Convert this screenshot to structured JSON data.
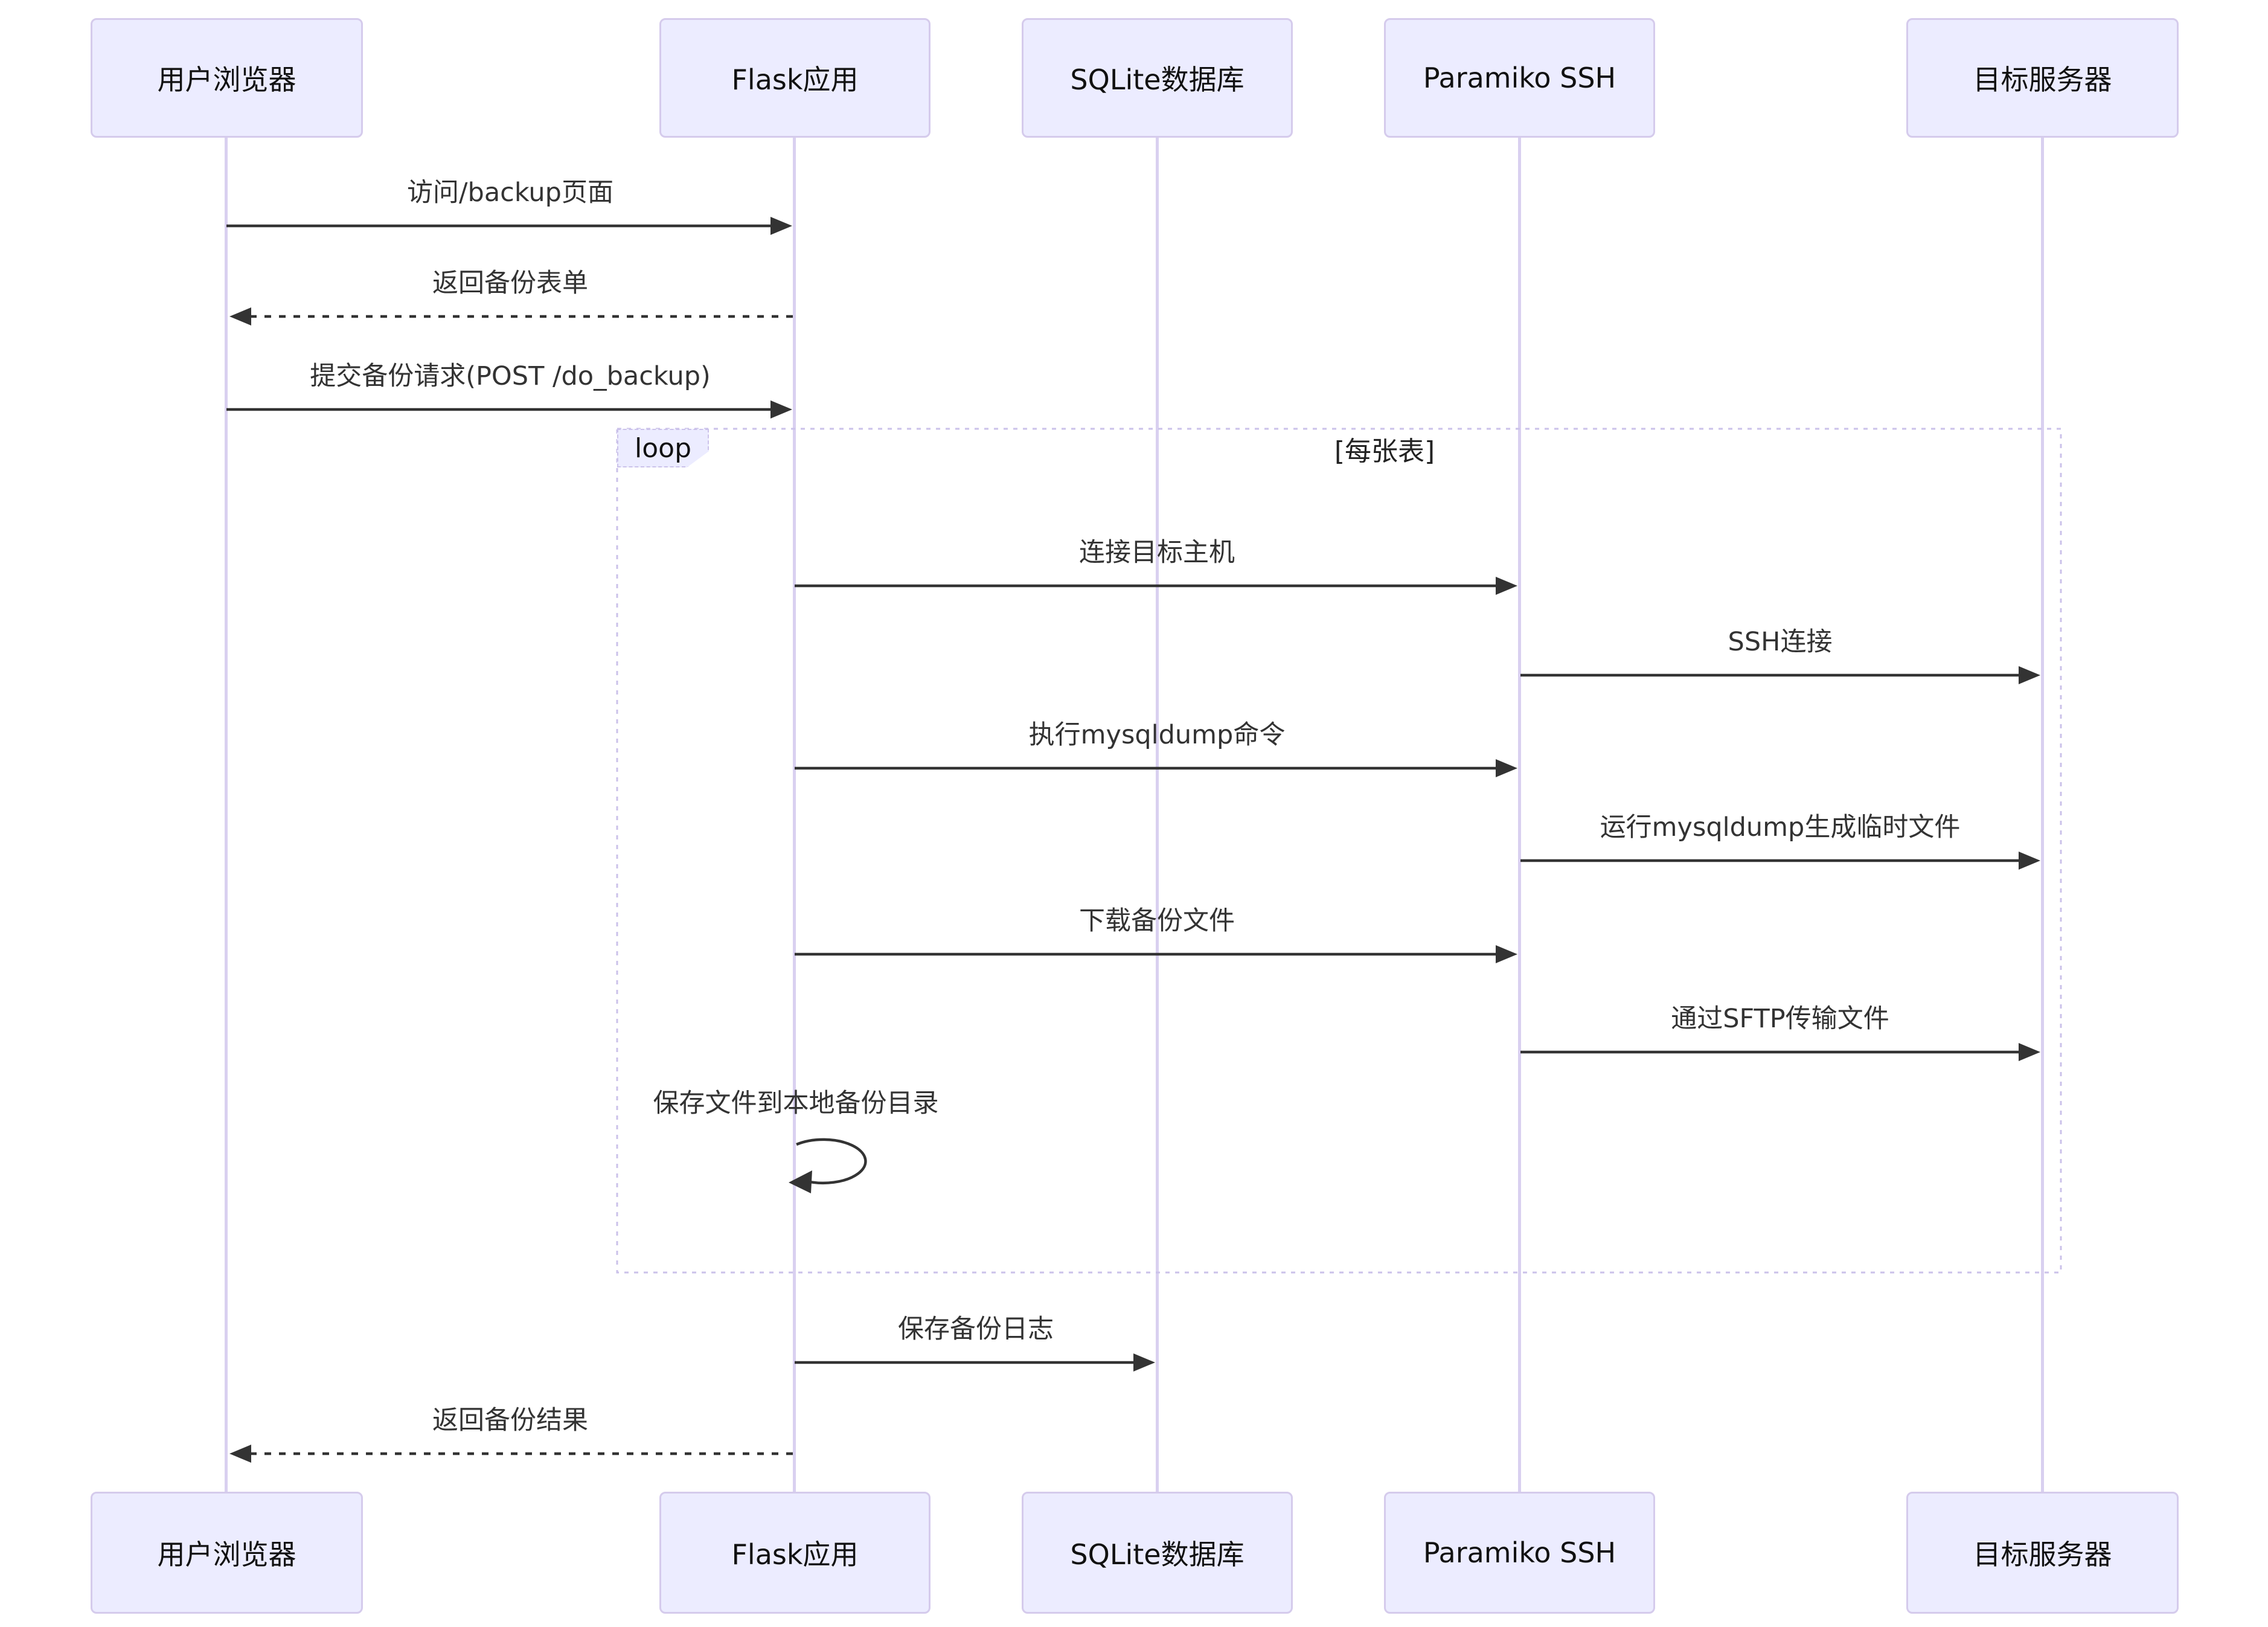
{
  "diagram": {
    "type": "sequence",
    "participants": [
      {
        "label": "用户浏览器"
      },
      {
        "label": "Flask应用"
      },
      {
        "label": "SQLite数据库"
      },
      {
        "label": "Paramiko SSH"
      },
      {
        "label": "目标服务器"
      }
    ],
    "loop": {
      "label": "loop",
      "condition": "[每张表]"
    },
    "messages": [
      {
        "text": "访问/backup页面",
        "from": "用户浏览器",
        "to": "Flask应用",
        "style": "solid"
      },
      {
        "text": "返回备份表单",
        "from": "Flask应用",
        "to": "用户浏览器",
        "style": "dashed"
      },
      {
        "text": "提交备份请求(POST /do_backup)",
        "from": "用户浏览器",
        "to": "Flask应用",
        "style": "solid"
      },
      {
        "text": "连接目标主机",
        "from": "Flask应用",
        "to": "Paramiko SSH",
        "style": "solid"
      },
      {
        "text": "SSH连接",
        "from": "Paramiko SSH",
        "to": "目标服务器",
        "style": "solid"
      },
      {
        "text": "执行mysqldump命令",
        "from": "Flask应用",
        "to": "Paramiko SSH",
        "style": "solid"
      },
      {
        "text": "运行mysqldump生成临时文件",
        "from": "Paramiko SSH",
        "to": "目标服务器",
        "style": "solid"
      },
      {
        "text": "下载备份文件",
        "from": "Flask应用",
        "to": "Paramiko SSH",
        "style": "solid"
      },
      {
        "text": "通过SFTP传输文件",
        "from": "Paramiko SSH",
        "to": "目标服务器",
        "style": "solid"
      },
      {
        "text": "保存文件到本地备份目录",
        "from": "Flask应用",
        "to": "Flask应用",
        "style": "self"
      },
      {
        "text": "保存备份日志",
        "from": "Flask应用",
        "to": "SQLite数据库",
        "style": "solid"
      },
      {
        "text": "返回备份结果",
        "from": "Flask应用",
        "to": "用户浏览器",
        "style": "dashed"
      }
    ],
    "colors": {
      "actor_fill": "#ECECFF",
      "actor_border": "#D5CBEC",
      "lifeline": "#D9D0F0",
      "loop_border": "#CBC2EA",
      "arrow": "#333333",
      "text": "#333333",
      "background": "#FFFFFF"
    }
  }
}
